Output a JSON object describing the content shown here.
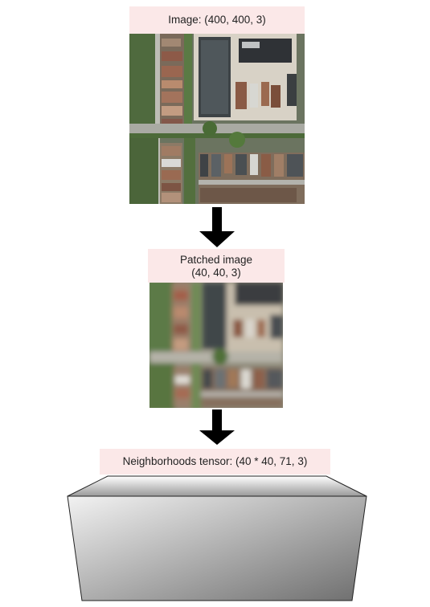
{
  "stages": {
    "image": {
      "label": "Image: (400, 400, 3)"
    },
    "patched": {
      "label_line1": "Patched image",
      "label_line2": "(40, 40, 3)"
    },
    "tensor": {
      "label": "Neighborhoods tensor: (40 * 40, 71, 3)"
    }
  },
  "colors": {
    "label_background": "#fbe8e8",
    "arrow": "#000000",
    "tensor_top_light": "#ffffff",
    "tensor_top_dark": "#9a9a9a",
    "tensor_front_light": "#f2f2f2",
    "tensor_front_dark": "#6e6e6e"
  },
  "icons": {
    "image": "aerial-satellite-photo",
    "patched": "pixelated-aerial-photo",
    "arrow": "down-arrow",
    "tensor": "3d-box"
  }
}
